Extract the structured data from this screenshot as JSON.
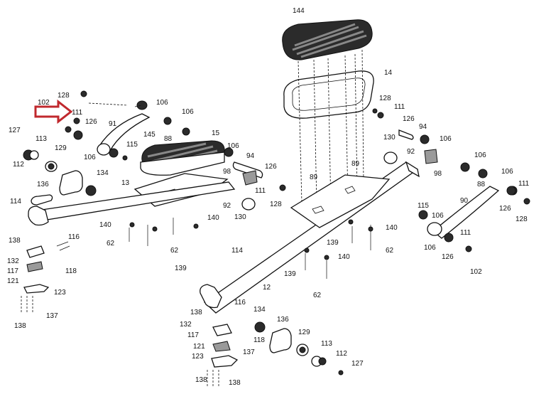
{
  "diagram": {
    "part_labels": {
      "p144": "144",
      "p14": "14",
      "p145": "145",
      "p15": "15",
      "p13": "13",
      "p12": "12",
      "p128a": "128",
      "p102a": "102",
      "p111a": "111",
      "p126a": "126",
      "p91": "91",
      "p106a": "106",
      "p106b": "106",
      "p88a": "88",
      "p106c": "106",
      "p115a": "115",
      "p127a": "127",
      "p113a": "113",
      "p112a": "112",
      "p129a": "129",
      "p136a": "136",
      "p134a": "134",
      "p114a": "114",
      "p138a": "138",
      "p116a": "116",
      "p132a": "132",
      "p117a": "117",
      "p118a": "118",
      "p121a": "121",
      "p123a": "123",
      "p137a": "137",
      "p138b": "138",
      "p106d": "106",
      "p94a": "94",
      "p126b": "126",
      "p98a": "98",
      "p111b": "111",
      "p92a": "92",
      "p128b": "128",
      "p130a": "130",
      "p140a": "140",
      "p140b": "140",
      "p62a": "62",
      "p62b": "62",
      "p139a": "139",
      "p89a": "89",
      "p89b": "89",
      "p128c": "128",
      "p111c": "111",
      "p126c": "126",
      "p94b": "94",
      "p106e": "106",
      "p130b": "130",
      "p92b": "92",
      "p98b": "98",
      "p106f": "106",
      "p88b": "88",
      "p106g": "106",
      "p111d": "111",
      "p90": "90",
      "p126d": "126",
      "p128d": "128",
      "p115b": "115",
      "p106h": "106",
      "p140c": "140",
      "p139b": "139",
      "p62c": "62",
      "p140d": "140",
      "p139c": "139",
      "p62d": "62",
      "p106i": "106",
      "p111e": "111",
      "p126e": "126",
      "p102b": "102",
      "p114b": "114",
      "p138c": "138",
      "p116b": "116",
      "p134b": "134",
      "p136b": "136",
      "p132b": "132",
      "p117b": "117",
      "p118b": "118",
      "p129b": "129",
      "p121b": "121",
      "p113b": "113",
      "p137b": "137",
      "p112b": "112",
      "p123b": "123",
      "p127b": "127",
      "p138d": "138",
      "p138e": "138"
    },
    "highlight_arrow": {
      "color": "#c0282d",
      "icon": "arrow-right-outline-icon"
    }
  }
}
